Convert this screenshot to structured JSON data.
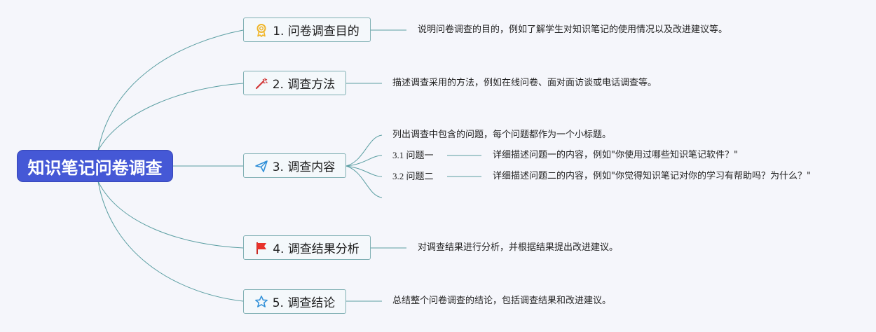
{
  "root": {
    "label": "知识笔记问卷调查"
  },
  "topics": [
    {
      "id": "t1",
      "label": "1. 问卷调查目的",
      "icon": "award-ribbon-icon",
      "note": "说明问卷调查的目的，例如了解学生对知识笔记的使用情况以及改进建议等。"
    },
    {
      "id": "t2",
      "label": "2. 调查方法",
      "icon": "magic-wand-icon",
      "note": "描述调查采用的方法，例如在线问卷、面对面访谈或电话调查等。"
    },
    {
      "id": "t3",
      "label": "3. 调查内容",
      "icon": "paper-plane-icon",
      "note": "列出调查中包含的问题，每个问题都作为一个小标题。",
      "subtopics": [
        {
          "label": "3.1 问题一",
          "note": "详细描述问题一的内容，例如\"你使用过哪些知识笔记软件？\""
        },
        {
          "label": "3.2 问题二",
          "note": "详细描述问题二的内容，例如\"你觉得知识笔记对你的学习有帮助吗？为什么？\""
        }
      ]
    },
    {
      "id": "t4",
      "label": "4. 调查结果分析",
      "icon": "red-flag-icon",
      "note": "对调查结果进行分析，并根据结果提出改进建议。"
    },
    {
      "id": "t5",
      "label": "5. 调查结论",
      "icon": "star-outline-icon",
      "note": "总结整个问卷调查的结论，包括调查结果和改进建议。"
    }
  ],
  "colors": {
    "root_fill": "#4558d6",
    "branch_line": "#5a9ea2",
    "topic_border": "#7fafb3",
    "flag_red": "#e8322b",
    "star_blue": "#2f8fd8",
    "ribbon_gold": "#f0b62a"
  }
}
